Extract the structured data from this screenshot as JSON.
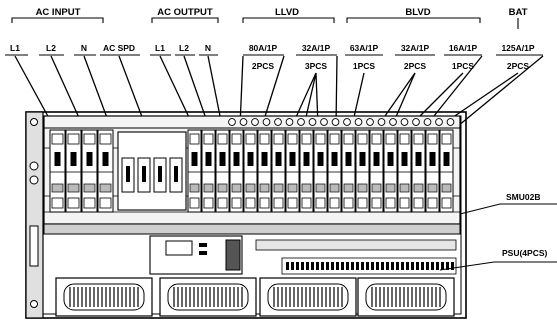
{
  "groups": {
    "ac_input": "AC INPUT",
    "ac_output": "AC OUTPUT",
    "llvd": "LLVD",
    "blvd": "BLVD",
    "bat": "BAT"
  },
  "labels": {
    "in_l1": "L1",
    "in_l2": "L2",
    "in_n": "N",
    "ac_spd": "AC SPD",
    "out_l1": "L1",
    "out_l2": "L2",
    "out_n": "N",
    "llvd_80a": "80A/1P",
    "llvd_32a": "32A/1P",
    "blvd_63a": "63A/1P",
    "blvd_32a": "32A/1P",
    "blvd_16a": "16A/1P",
    "bat_125a": "125A/1P"
  },
  "counts": {
    "llvd_80a": "2PCS",
    "llvd_32a": "3PCS",
    "blvd_63a": "1PCS",
    "blvd_32a": "2PCS",
    "blvd_16a": "1PCS",
    "bat_125a": "2PCS"
  },
  "side_labels": {
    "smu": "SMU02B",
    "psu": "PSU(4PCS)"
  },
  "colors": {
    "ink": "#000000",
    "background": "#ffffff",
    "fill": "#d8d8d8"
  }
}
